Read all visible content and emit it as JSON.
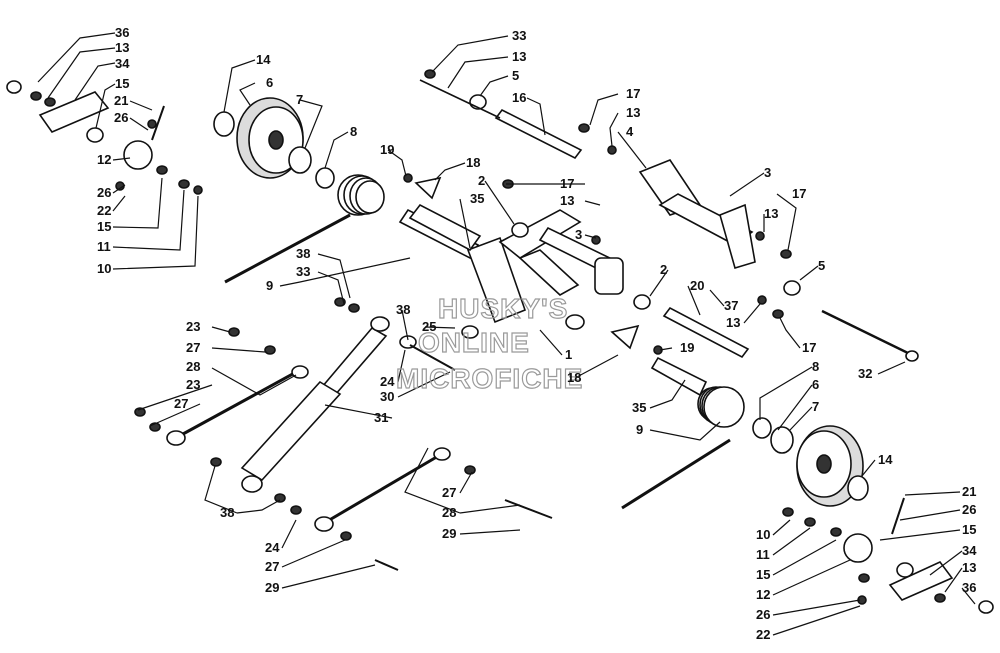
{
  "watermark": [
    "HUSKY'S",
    "ONLINE",
    "MICROFICHE"
  ],
  "callouts": [
    {
      "id": "c1",
      "text": "36"
    },
    {
      "id": "c2",
      "text": "13"
    },
    {
      "id": "c3",
      "text": "34"
    },
    {
      "id": "c4",
      "text": "15"
    },
    {
      "id": "c5",
      "text": "21"
    },
    {
      "id": "c6",
      "text": "26"
    },
    {
      "id": "c7",
      "text": "12"
    },
    {
      "id": "c8",
      "text": "26"
    },
    {
      "id": "c9",
      "text": "22"
    },
    {
      "id": "c10",
      "text": "15"
    },
    {
      "id": "c11",
      "text": "11"
    },
    {
      "id": "c12",
      "text": "10"
    },
    {
      "id": "c13",
      "text": "14"
    },
    {
      "id": "c14",
      "text": "6"
    },
    {
      "id": "c15",
      "text": "7"
    },
    {
      "id": "c16",
      "text": "8"
    },
    {
      "id": "c17",
      "text": "19"
    },
    {
      "id": "c18",
      "text": "18"
    },
    {
      "id": "c19",
      "text": "35"
    },
    {
      "id": "c20",
      "text": "2"
    },
    {
      "id": "c21",
      "text": "38"
    },
    {
      "id": "c22",
      "text": "33"
    },
    {
      "id": "c23",
      "text": "9"
    },
    {
      "id": "c24",
      "text": "38"
    },
    {
      "id": "c25",
      "text": "25"
    },
    {
      "id": "c26",
      "text": "1"
    },
    {
      "id": "c27",
      "text": "23"
    },
    {
      "id": "c28",
      "text": "27"
    },
    {
      "id": "c29",
      "text": "28"
    },
    {
      "id": "c30",
      "text": "23"
    },
    {
      "id": "c31",
      "text": "27"
    },
    {
      "id": "c32",
      "text": "24"
    },
    {
      "id": "c33",
      "text": "30"
    },
    {
      "id": "c34",
      "text": "31"
    },
    {
      "id": "c35",
      "text": "18"
    },
    {
      "id": "c36",
      "text": "38"
    },
    {
      "id": "c37",
      "text": "24"
    },
    {
      "id": "c38",
      "text": "27"
    },
    {
      "id": "c39",
      "text": "29"
    },
    {
      "id": "c40",
      "text": "27"
    },
    {
      "id": "c41",
      "text": "28"
    },
    {
      "id": "c42",
      "text": "29"
    },
    {
      "id": "c43",
      "text": "33"
    },
    {
      "id": "c44",
      "text": "13"
    },
    {
      "id": "c45",
      "text": "5"
    },
    {
      "id": "c46",
      "text": "16"
    },
    {
      "id": "c47",
      "text": "17"
    },
    {
      "id": "c48",
      "text": "13"
    },
    {
      "id": "c49",
      "text": "4"
    },
    {
      "id": "c50",
      "text": "3"
    },
    {
      "id": "c51",
      "text": "17"
    },
    {
      "id": "c52",
      "text": "13"
    },
    {
      "id": "c53",
      "text": "17"
    },
    {
      "id": "c54",
      "text": "13"
    },
    {
      "id": "c55",
      "text": "3"
    },
    {
      "id": "c56",
      "text": "2"
    },
    {
      "id": "c57",
      "text": "20"
    },
    {
      "id": "c58",
      "text": "19"
    },
    {
      "id": "c59",
      "text": "37"
    },
    {
      "id": "c60",
      "text": "13"
    },
    {
      "id": "c61",
      "text": "17"
    },
    {
      "id": "c62",
      "text": "5"
    },
    {
      "id": "c63",
      "text": "32"
    },
    {
      "id": "c64",
      "text": "8"
    },
    {
      "id": "c65",
      "text": "6"
    },
    {
      "id": "c66",
      "text": "7"
    },
    {
      "id": "c67",
      "text": "35"
    },
    {
      "id": "c68",
      "text": "9"
    },
    {
      "id": "c69",
      "text": "14"
    },
    {
      "id": "c70",
      "text": "21"
    },
    {
      "id": "c71",
      "text": "26"
    },
    {
      "id": "c72",
      "text": "15"
    },
    {
      "id": "c73",
      "text": "10"
    },
    {
      "id": "c74",
      "text": "11"
    },
    {
      "id": "c75",
      "text": "34"
    },
    {
      "id": "c76",
      "text": "15"
    },
    {
      "id": "c77",
      "text": "13"
    },
    {
      "id": "c78",
      "text": "12"
    },
    {
      "id": "c79",
      "text": "36"
    },
    {
      "id": "c80",
      "text": "26"
    },
    {
      "id": "c81",
      "text": "22"
    }
  ]
}
